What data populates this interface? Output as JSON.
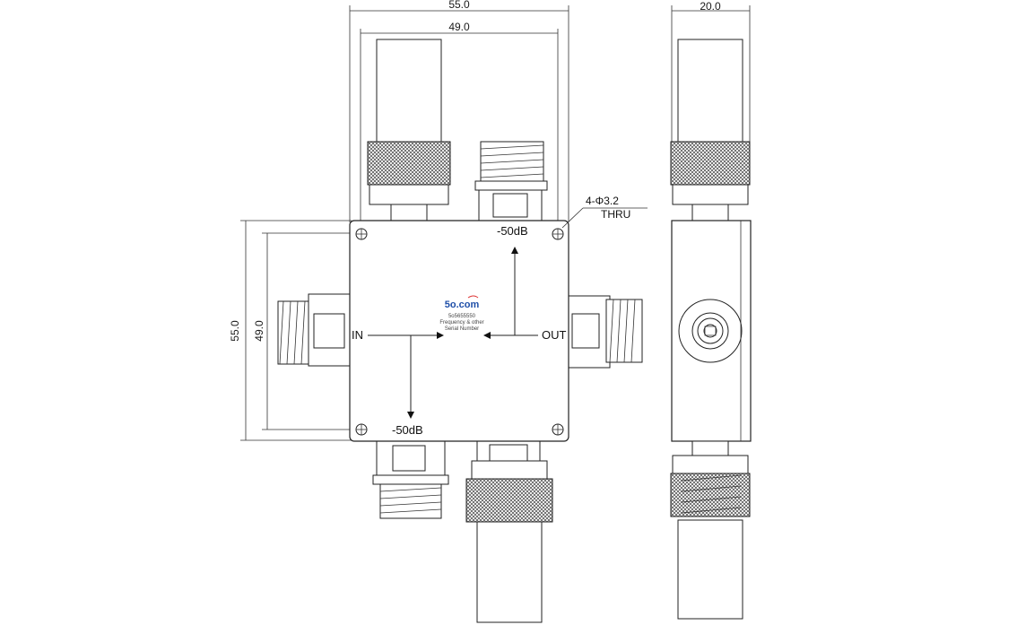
{
  "dimensions": {
    "top_overall_width": "55.0",
    "top_inner_width": "49.0",
    "side_width": "20.0",
    "left_overall_height": "55.0",
    "left_inner_height": "49.0"
  },
  "ports": {
    "in": "IN",
    "out": "OUT",
    "coupled_top": "-50dB",
    "coupled_bottom": "-50dB"
  },
  "mounting_note": {
    "line1": "4-Φ3.2",
    "line2": "THRU"
  },
  "label_plate": {
    "logo": "5o.com",
    "line1": "5o5655550",
    "line2": "Frequency & other",
    "line3": "Serial Number"
  }
}
